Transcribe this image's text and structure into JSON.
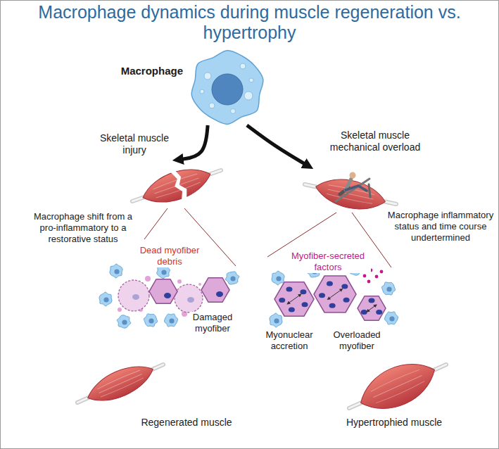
{
  "diagram": {
    "title": "Macrophage dynamics during muscle regeneration vs. hypertrophy",
    "nodes": [
      {
        "text": [
          "Macrophage"
        ]
      },
      {
        "text": [
          "Skeletal muscle injury"
        ]
      },
      {
        "text": [
          "Skeletal muscle mechanical overload"
        ]
      }
    ],
    "edges": [
      {
        "from": 0,
        "to": 1,
        "arrow": "to"
      },
      {
        "from": 0,
        "to": 2,
        "arrow": "to"
      }
    ],
    "labels": [
      "Macrophage shift from a pro-inflammatory to a restorative status",
      "Dead myofiber debris",
      "Damaged myofiber",
      "Regenerated muscle",
      "Macrophage inflammatory status and time course undertermined",
      "Myofiber-secreted factors",
      "Myonuclear accretion",
      "Overloaded myofiber",
      "Hypertrophied muscle"
    ]
  }
}
